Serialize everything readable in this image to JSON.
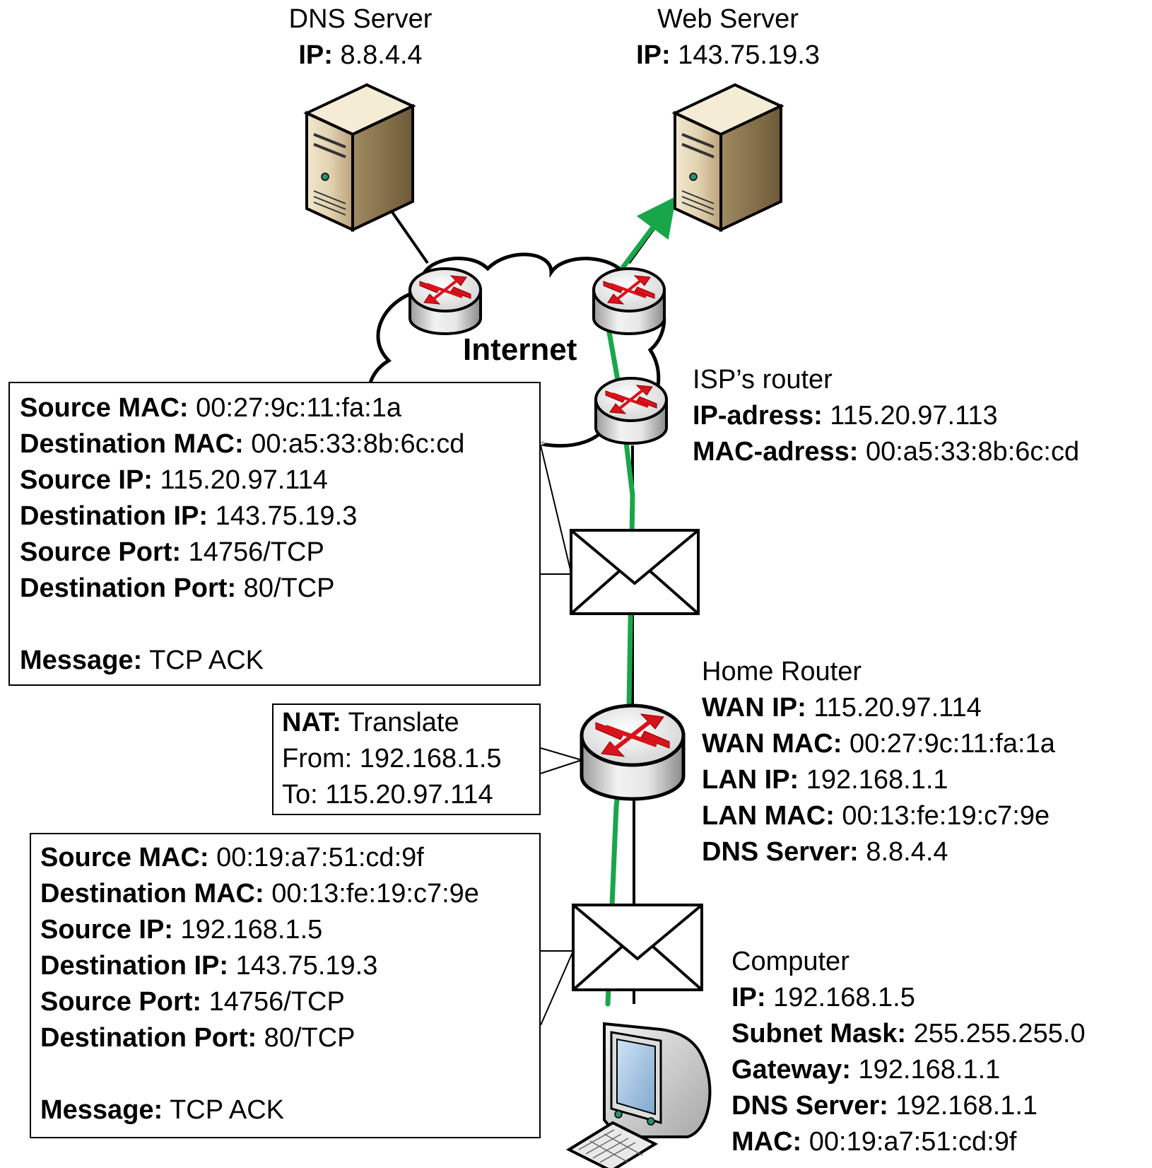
{
  "dns_server": {
    "title": "DNS Server",
    "ip_label": "IP:",
    "ip_value": " 8.8.4.4"
  },
  "web_server": {
    "title": "Web Server",
    "ip_label": "IP:",
    "ip_value": " 143.75.19.3"
  },
  "cloud": {
    "label": "Internet"
  },
  "isp_router": {
    "title": "ISP’s router",
    "ip_label": "IP-adress:",
    "ip_value": " 115.20.97.113",
    "mac_label": "MAC-adress:",
    "mac_value": " 00:a5:33:8b:6c:cd"
  },
  "home_router": {
    "title": "Home Router",
    "fields": [
      {
        "label": "WAN IP:",
        "value": " 115.20.97.114"
      },
      {
        "label": "WAN MAC:",
        "value": " 00:27:9c:11:fa:1a"
      },
      {
        "label": "LAN IP:",
        "value": " 192.168.1.1"
      },
      {
        "label": "LAN MAC:",
        "value": " 00:13:fe:19:c7:9e"
      },
      {
        "label": "DNS Server:",
        "value": " 8.8.4.4"
      }
    ]
  },
  "computer": {
    "title": "Computer",
    "fields": [
      {
        "label": "IP:",
        "value": " 192.168.1.5"
      },
      {
        "label": "Subnet Mask:",
        "value": " 255.255.255.0"
      },
      {
        "label": "Gateway:",
        "value": " 192.168.1.1"
      },
      {
        "label": "DNS Server:",
        "value": " 192.168.1.1"
      },
      {
        "label": "MAC:",
        "value": " 00:19:a7:51:cd:9f"
      }
    ]
  },
  "nat_box": {
    "nat_label": "NAT:",
    "nat_value": " Translate",
    "from_text": "From: 192.168.1.5",
    "to_text": "To: 115.20.97.114"
  },
  "packet_wan": {
    "fields": [
      {
        "label": "Source MAC:",
        "value": " 00:27:9c:11:fa:1a"
      },
      {
        "label": "Destination MAC:",
        "value": " 00:a5:33:8b:6c:cd"
      },
      {
        "label": "Source IP:",
        "value": " 115.20.97.114"
      },
      {
        "label": "Destination IP:",
        "value": " 143.75.19.3"
      },
      {
        "label": "Source Port:",
        "value": " 14756/TCP"
      },
      {
        "label": "Destination Port:",
        "value": " 80/TCP"
      }
    ],
    "message_label": "Message:",
    "message_value": " TCP ACK"
  },
  "packet_lan": {
    "fields": [
      {
        "label": "Source MAC:",
        "value": " 00:19:a7:51:cd:9f"
      },
      {
        "label": "Destination MAC:",
        "value": " 00:13:fe:19:c7:9e"
      },
      {
        "label": "Source IP:",
        "value": " 192.168.1.5"
      },
      {
        "label": "Destination IP:",
        "value": " 143.75.19.3"
      },
      {
        "label": "Source Port:",
        "value": " 14756/TCP"
      },
      {
        "label": "Destination Port:",
        "value": " 80/TCP"
      }
    ],
    "message_label": "Message:",
    "message_value": " TCP ACK"
  },
  "colors": {
    "path_green": "#19a64a",
    "router_red": "#d9121b",
    "server_tan": "#c8b48c"
  },
  "icons": [
    "server-icon",
    "router-icon",
    "envelope-icon",
    "computer-icon",
    "cloud-icon"
  ]
}
